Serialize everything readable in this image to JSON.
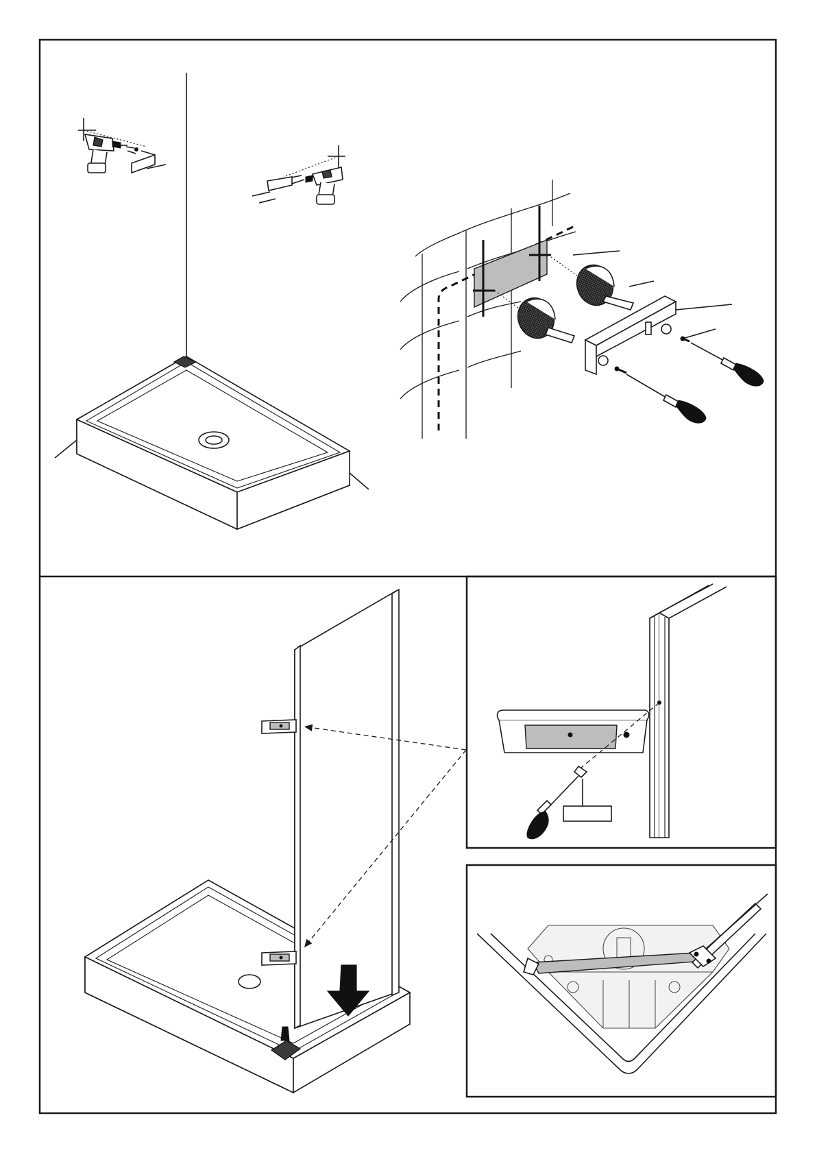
{
  "page": {
    "background": "#ffffff",
    "line_color": "#1a1a1a",
    "highlight_color": "#bdbdbd"
  },
  "panels": [
    {
      "id": "wall-fixing",
      "illustration": "drill-and-wall-bracket"
    },
    {
      "id": "panel-placement",
      "illustration": "glass-panel-on-tray"
    },
    {
      "id": "bracket-screw-detail",
      "illustration": "profile-bracket-screw",
      "label_box": ""
    },
    {
      "id": "corner-detail",
      "illustration": "tray-corner-top-view"
    }
  ],
  "icons": [
    "drill-icon",
    "screwdriver-icon",
    "wall-plug-icon",
    "arrow-down-icon"
  ]
}
